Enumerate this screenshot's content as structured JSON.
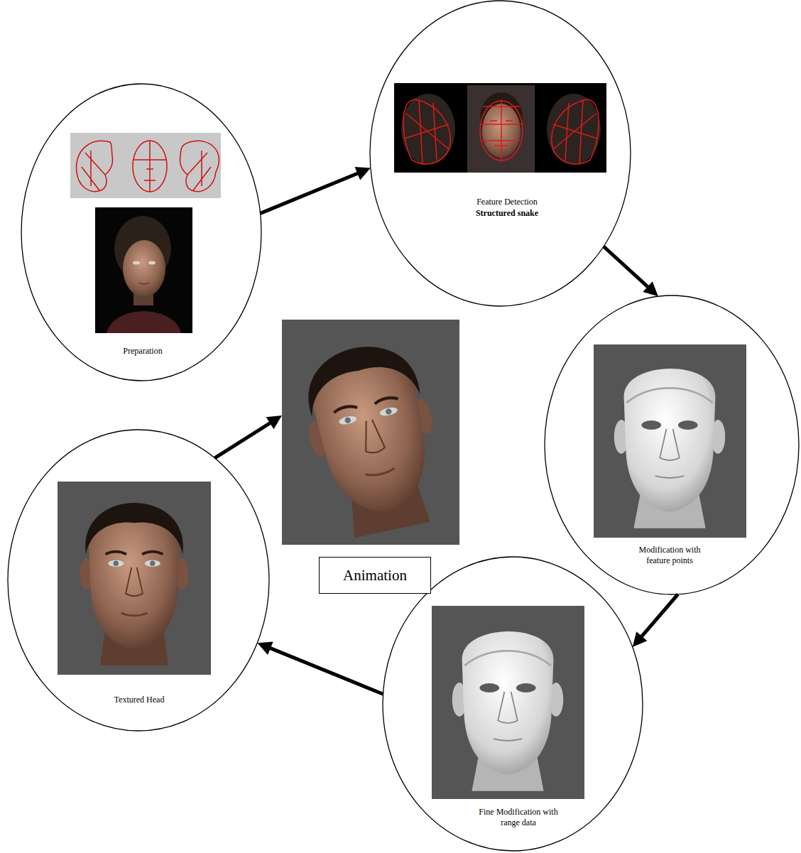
{
  "diagram": {
    "nodes": [
      {
        "text": [
          "Preparation"
        ]
      },
      {
        "text": [
          "Feature Detection",
          "Structured snake"
        ]
      },
      {
        "text": [
          "Modification with feature points"
        ]
      },
      {
        "text": [
          "Fine Modification with range data"
        ]
      },
      {
        "text": [
          "Textured Head"
        ]
      },
      {
        "text": [
          "Animation"
        ]
      }
    ],
    "edges": [
      {
        "from": 0,
        "to": 1,
        "arrow": "to"
      },
      {
        "from": 1,
        "to": 2,
        "arrow": "to"
      },
      {
        "from": 2,
        "to": 3,
        "arrow": "to"
      },
      {
        "from": 3,
        "to": 4,
        "arrow": "to"
      },
      {
        "from": 4,
        "to": 5,
        "arrow": "to"
      }
    ]
  }
}
